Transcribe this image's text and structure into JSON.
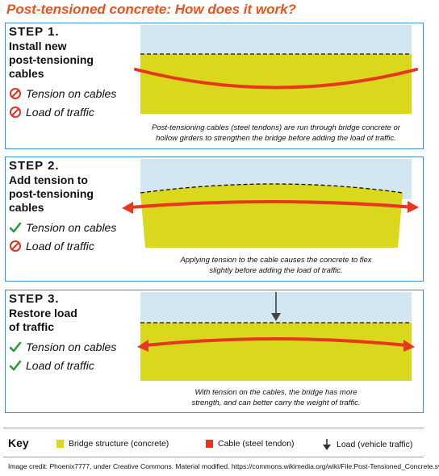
{
  "title": "Post-tensioned concrete: How does it work?",
  "steps": [
    {
      "label": "STEP 1.",
      "heading": [
        "Install new",
        "post-tensioning",
        "cables"
      ],
      "statuses": [
        {
          "text": "Tension on cables",
          "state": "no",
          "icon": "prohibited-icon"
        },
        {
          "text": "Load of traffic",
          "state": "no",
          "icon": "prohibited-icon"
        }
      ],
      "caption": [
        "Post-tensioning cables (steel tendons) are run through bridge concrete or",
        "hollow girders to strengthen the bridge before adding the load of traffic."
      ]
    },
    {
      "label": "STEP 2.",
      "heading": [
        "Add tension to",
        "post-tensioning",
        "cables"
      ],
      "statuses": [
        {
          "text": "Tension on cables",
          "state": "yes",
          "icon": "checkmark-icon"
        },
        {
          "text": "Load of traffic",
          "state": "no",
          "icon": "prohibited-icon"
        }
      ],
      "caption": [
        "Applying tension to the cable causes the concrete to flex",
        "slightly before adding the load of traffic."
      ]
    },
    {
      "label": "STEP 3.",
      "heading": [
        "Restore load",
        "of traffic"
      ],
      "statuses": [
        {
          "text": "Tension on cables",
          "state": "yes",
          "icon": "checkmark-icon"
        },
        {
          "text": "Load of traffic",
          "state": "yes",
          "icon": "checkmark-icon"
        }
      ],
      "caption": [
        "With tension on the cables, the bridge has more",
        "strength, and can better carry the weight of traffic."
      ]
    }
  ],
  "key": {
    "title": "Key",
    "items": [
      {
        "label": "Bridge structure (concrete)",
        "icon": "yellow-square"
      },
      {
        "label": "Cable (steel tendon)",
        "icon": "red-square"
      },
      {
        "label": "Load (vehicle traffic)",
        "icon": "down-arrow-icon"
      }
    ]
  },
  "credit": "Image credit: Phoenix7777, under Creative Commons. Material modified. https://commons.wikimedia.org/wiki/File:Post-Tensioned_Concrete.sv",
  "colors": {
    "title": "#e8541e",
    "border": "#3f8fd0",
    "sky": "#d3e7f2",
    "concrete": "#dad81c",
    "cable": "#e8371f",
    "check": "#2e9b3a",
    "prohibited": "#e03226"
  }
}
